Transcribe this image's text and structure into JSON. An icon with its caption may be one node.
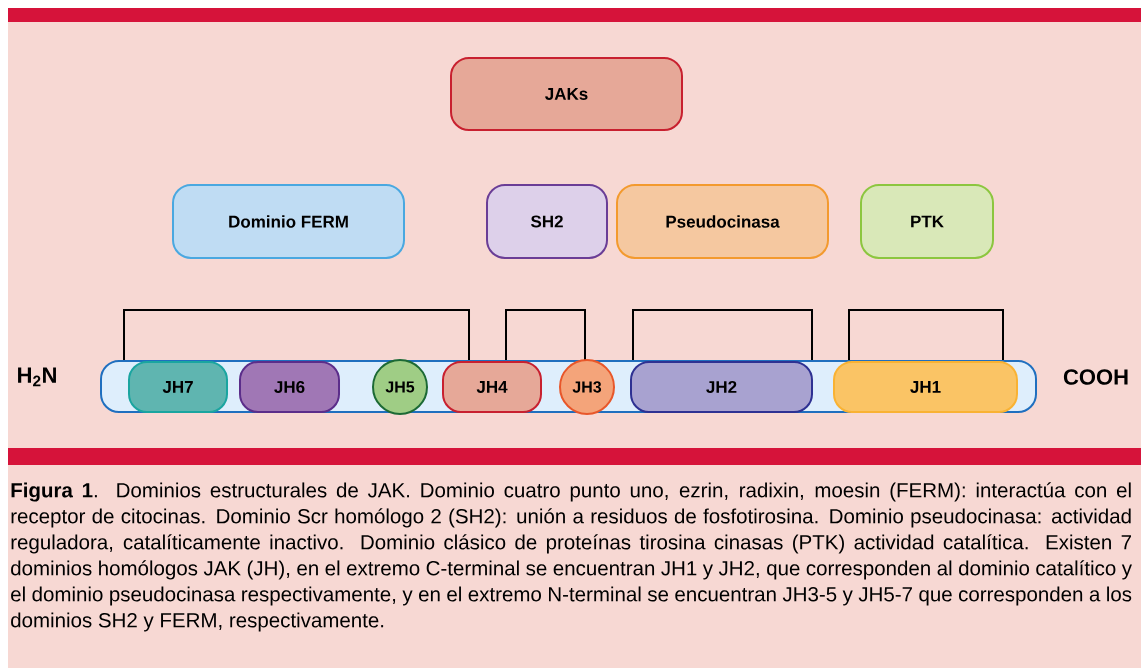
{
  "diagram": {
    "caption": "**Figura 1**. Dominios estructurales de JAK. Dominio cuatro punto uno, ezrin, radixin, moesin (FERM): interactúa con el receptor de citocinas. Dominio Scr homólogo 2 (SH2): unión a residuos de fosfotirosina. Dominio pseudocinasa: actividad reguladora, catalíticamente inactivo. Dominio clásico de proteínas tirosina cinasas (PTK) actividad catalítica. Existen 7 dominios homólogos JAK (JH), en el extremo C-terminal se encuentran JH1 y JH2, que corresponden al dominio catalítico y el dominio pseudocinasa respectivamente, y en el extremo N-terminal se encuentran JH3-5 y JH5-7 que corresponden a los dominios SH2 y FERM, respectivamente.",
    "nodes": [
      {
        "text": [
          "JAKs"
        ]
      },
      {
        "text": [
          "Dominio FERM"
        ]
      },
      {
        "text": [
          "SH2"
        ]
      },
      {
        "text": [
          "Pseudocinasa"
        ]
      },
      {
        "text": [
          "PTK"
        ]
      },
      {
        "text": [],
        "shape": "bar"
      },
      {
        "text": [
          "JH7"
        ],
        "in": 5
      },
      {
        "text": [
          "JH6"
        ],
        "in": 5
      },
      {
        "text": [
          "JH5"
        ],
        "in": 5
      },
      {
        "text": [
          "JH4"
        ],
        "in": 5
      },
      {
        "text": [
          "JH3"
        ],
        "in": 5
      },
      {
        "text": [
          "JH2"
        ],
        "in": 5
      },
      {
        "text": [
          "JH1"
        ],
        "in": 5
      }
    ],
    "edges": [],
    "labels": [
      "H$_{2}$N",
      "COOH"
    ]
  }
}
